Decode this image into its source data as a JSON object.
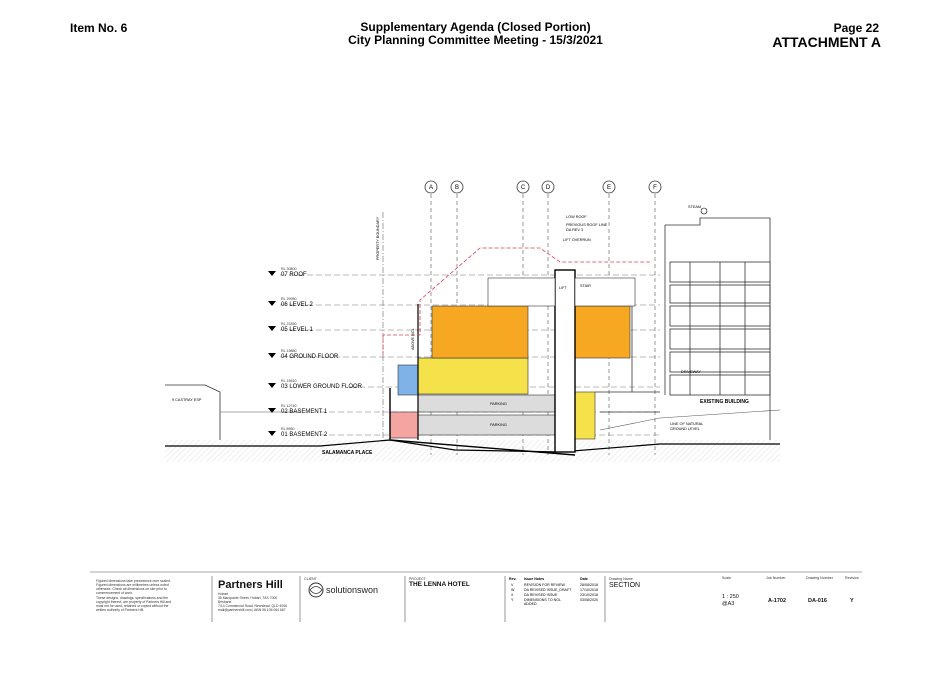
{
  "header": {
    "item_no": "Item No. 6",
    "agenda_line1": "Supplementary Agenda (Closed Portion)",
    "agenda_line2": "City Planning Committee Meeting - 15/3/2021",
    "page": "Page 22",
    "attachment": "ATTACHMENT A"
  },
  "drawing": {
    "grid_labels": [
      "A",
      "B",
      "C",
      "D",
      "E",
      "F"
    ],
    "levels": [
      {
        "rl": "RL 30800",
        "name": "07 ROOF"
      },
      {
        "rl": "RL 29950",
        "name": "06 LEVEL 2"
      },
      {
        "rl": "RL 23350",
        "name": "05 LEVEL 1"
      },
      {
        "rl": "RL 19880",
        "name": "04 GROUND FLOOR"
      },
      {
        "rl": "RL 15810",
        "name": "03 LOWER GROUND FLOOR"
      },
      {
        "rl": "RL 12740",
        "name": "02 BASEMENT 1"
      },
      {
        "rl": "RL 8950",
        "name": "01 BASEMENT 2"
      }
    ],
    "notes": {
      "low_roof": "LOW ROOF",
      "prev_roof1": "PREVIOUS ROOF LINE",
      "prev_roof2": "DA REV 3",
      "lift_overrun": "LIFT OVERRUN",
      "property_boundary": "PROPERTY BOUNDARY",
      "castray": "9 CASTRAY ESP",
      "salamanca": "SALAMANCA PLACE",
      "existing_building": "EXISTING BUILDING",
      "natural_ground1": "LINE OF NATURAL",
      "natural_ground2": "GROUND LEVEL",
      "parking1": "PARKING",
      "parking2": "PARKING",
      "lift": "LIFT",
      "stair": "STAIR",
      "driveway": "DRIVEWAY",
      "steam": "STEAM",
      "above_ngl": "ABOVE NGL"
    }
  },
  "titleblock": {
    "disclaimer": [
      "Figured dimensions take precedence over scaled.",
      "Figured dimensions are millimetres unless noted",
      "otherwise. Check all dimensions on site prior to",
      "commencement of work.",
      "These designs, drawings, specifications and the",
      "copyright thereof, are property of Partners Hill and",
      "must not be used, retained or copied without the",
      "written authority of Partners Hill."
    ],
    "firm": "Partners Hill",
    "firm_address": [
      "Hobart",
      "36 Macquarie Street, Hobart, TAS 7000",
      "Brisbane",
      "7/14 Commercial Road, Newstead, QLD 4006",
      "mail@partnershill.com  |  ABN 96 136 064 667"
    ],
    "client_label": "CLIENT",
    "client_name": "solutionswon",
    "project_label": "PROJECT",
    "project_name": "THE LENNA HOTEL",
    "rev_headers": [
      "Rev.",
      "Issue Notes",
      "Date"
    ],
    "revisions": [
      {
        "rev": "V",
        "note": "REVISION FOR REVIEW",
        "date": "28/08/2018"
      },
      {
        "rev": "W",
        "note": "DA REVISED ISSUE_DRAFT",
        "date": "17/10/2018"
      },
      {
        "rev": "X",
        "note": "DA REVISED ISSUE",
        "date": "23/10/2018"
      },
      {
        "rev": "Y",
        "note": "DIMENSIONS TO NGL",
        "date": "03/08/2020"
      },
      {
        "rev": "",
        "note": "ADDED",
        "date": ""
      }
    ],
    "drawing_name_label": "Drawing Name",
    "drawing_name": "SECTION",
    "scale_label": "Scale",
    "scale": "1 : 250",
    "scale_sheet": "@A3",
    "job_label": "Job Number",
    "job": "A-1702",
    "drawing_no_label": "Drawing Number",
    "drawing_no": "DA-016",
    "revision_label": "Revision",
    "revision": "Y"
  },
  "colors": {
    "orange": "#f6a823",
    "yellow": "#f5e24a",
    "pink": "#f4a5a2",
    "blue": "#7fb3e8",
    "grey": "#dcdcdc",
    "red_dash": "#e0405a"
  }
}
